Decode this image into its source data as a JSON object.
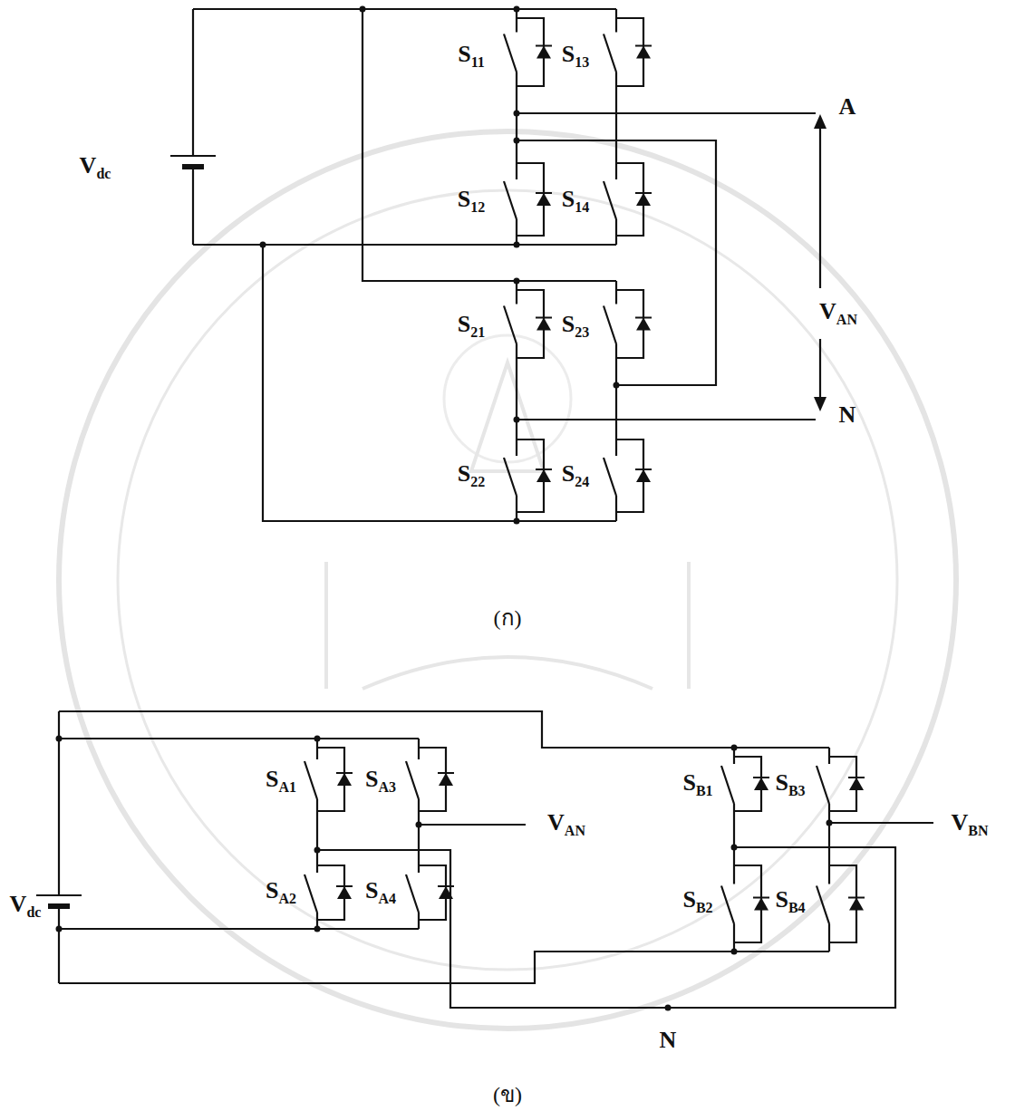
{
  "diagram": {
    "labels": [
      "Vdc",
      "S11",
      "S13",
      "A",
      "S12",
      "S14",
      "VAN",
      "S21",
      "S23",
      "N",
      "S22",
      "S24",
      "(ก)",
      "Vdc",
      "SA1",
      "SA3",
      "VAN",
      "SB1",
      "SB3",
      "VBN",
      "SA2",
      "SA4",
      "SB2",
      "SB4",
      "N",
      "(ข)"
    ]
  }
}
